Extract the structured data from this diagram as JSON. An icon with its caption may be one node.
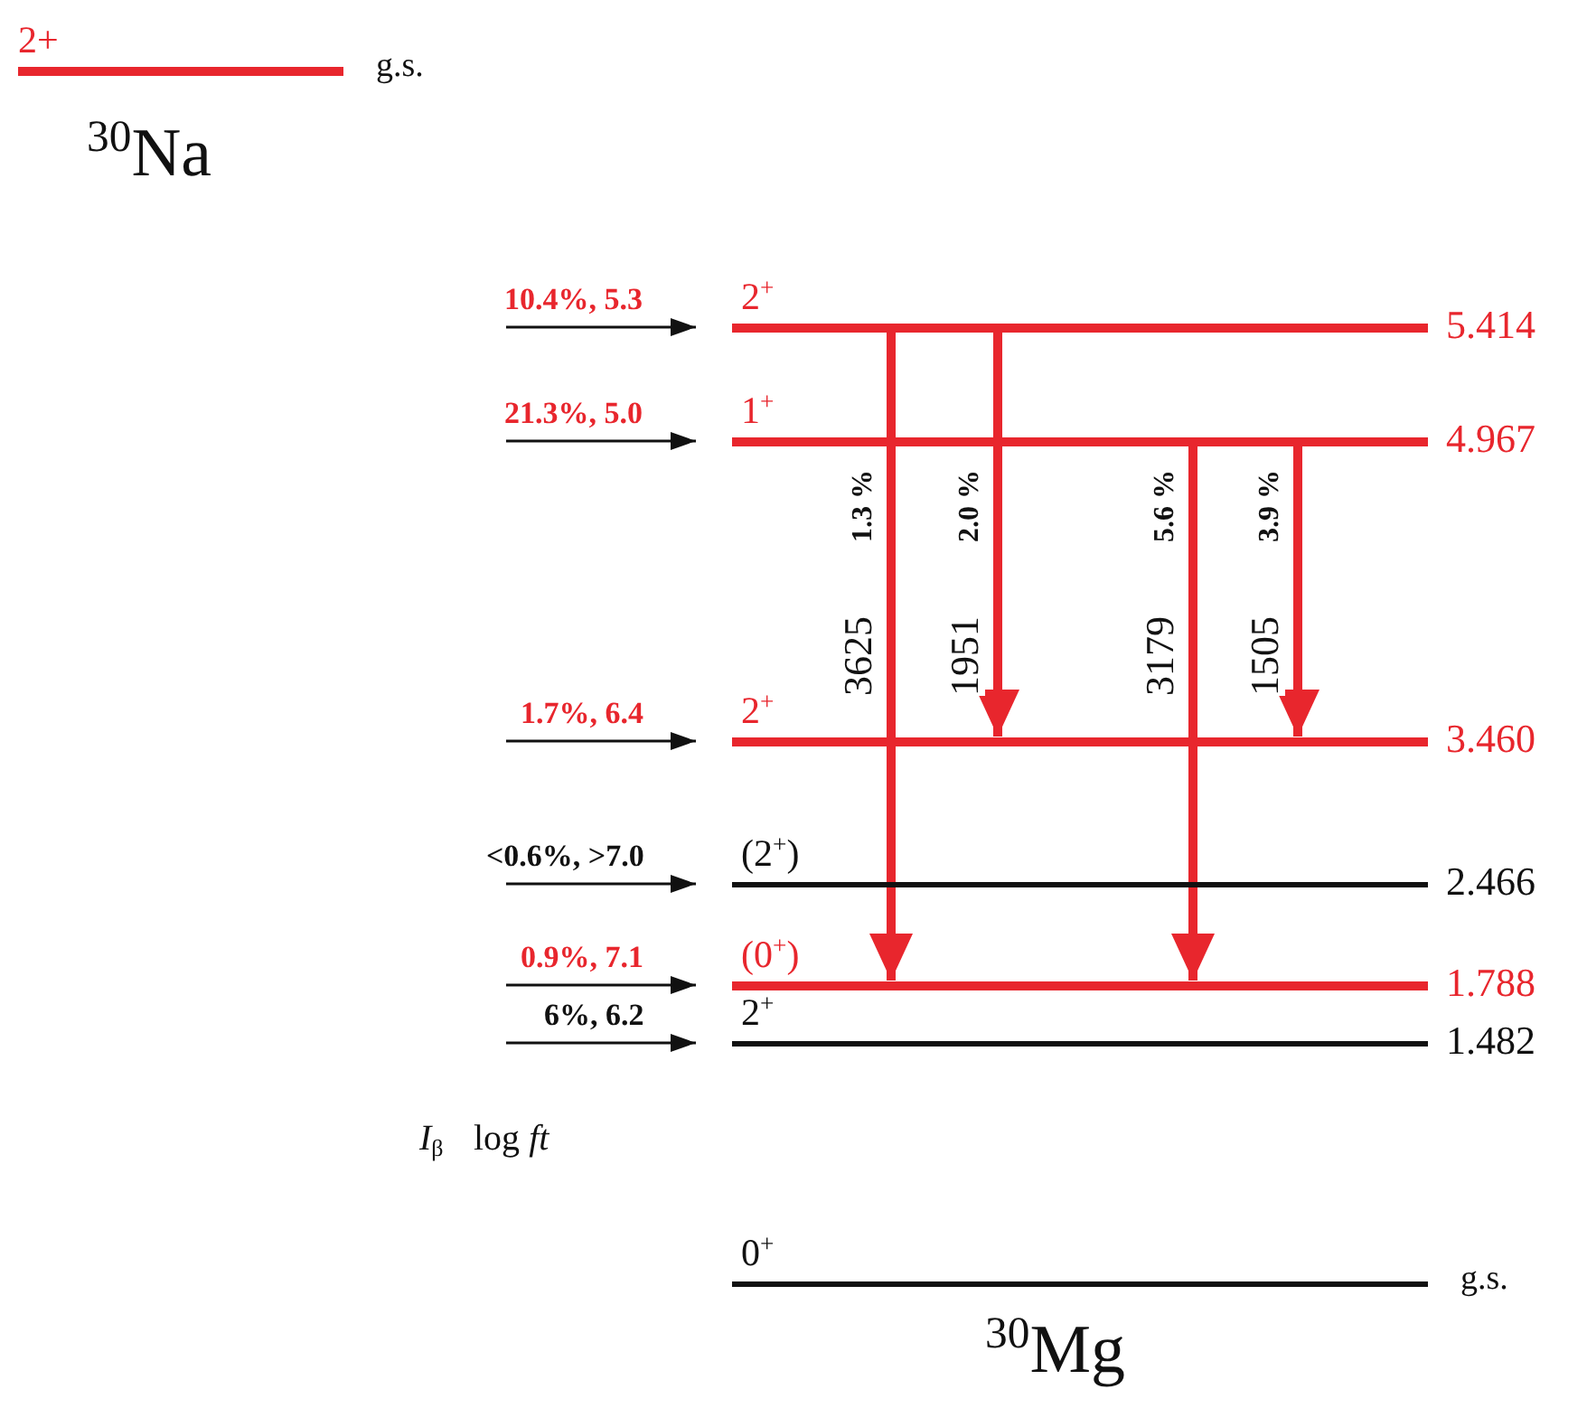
{
  "diagram": {
    "nodes": [
      {
        "text": [
          "2+"
        ],
        "beside": [
          "g.s."
        ]
      },
      {
        "text": [
          "2$^{+}$"
        ],
        "beside": [
          "5.414"
        ]
      },
      {
        "text": [
          "1$^{+}$"
        ],
        "beside": [
          "4.967"
        ]
      },
      {
        "text": [
          "2$^{+}$"
        ],
        "beside": [
          "3.460"
        ]
      },
      {
        "text": [
          "(2$^{+}$)"
        ],
        "beside": [
          "2.466"
        ]
      },
      {
        "text": [
          "(0$^{+}$)"
        ],
        "beside": [
          "1.788"
        ]
      },
      {
        "text": [
          "2$^{+}$"
        ],
        "beside": [
          "1.482"
        ]
      },
      {
        "text": [
          "0$^{+}$"
        ],
        "beside": [
          "g.s."
        ]
      }
    ],
    "edges": [
      {
        "from": null,
        "to": 1,
        "arrow": "to",
        "label": "10.4%, 5.3"
      },
      {
        "from": null,
        "to": 2,
        "arrow": "to",
        "label": "21.3%, 5.0"
      },
      {
        "from": null,
        "to": 3,
        "arrow": "to",
        "label": "1.7%, 6.4"
      },
      {
        "from": null,
        "to": 4,
        "arrow": "to",
        "label": "<0.6%, >7.0"
      },
      {
        "from": null,
        "to": 5,
        "arrow": "to",
        "label": "0.9%, 7.1"
      },
      {
        "from": null,
        "to": 6,
        "arrow": "to",
        "label": "6%, 6.2"
      },
      {
        "from": 1,
        "to": 5,
        "arrow": "to",
        "label": "3625",
        "style": "thick",
        "color": "#e8262d"
      },
      {
        "from": 1,
        "to": 3,
        "arrow": "to",
        "label": "1951",
        "style": "thick",
        "color": "#e8262d"
      },
      {
        "from": 2,
        "to": 5,
        "arrow": "to",
        "label": "3179",
        "style": "thick",
        "color": "#e8262d"
      },
      {
        "from": 2,
        "to": 3,
        "arrow": "to",
        "label": "1505",
        "style": "thick",
        "color": "#e8262d"
      }
    ],
    "labels": [
      "$^{30}$Na",
      "1.3 %",
      "2.0 %",
      "5.6 %",
      "3.9 %",
      "*I*$_{β}$",
      "log *ft*",
      "$^{30}$Mg"
    ]
  }
}
